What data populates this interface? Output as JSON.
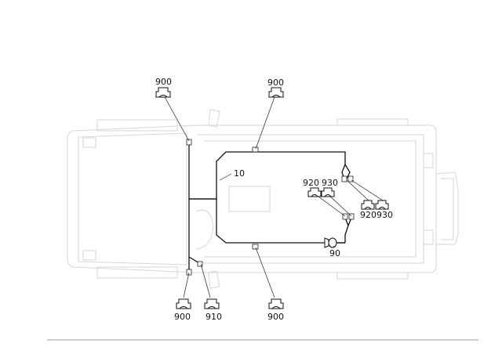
{
  "labels": {
    "front_left_top": "900",
    "front_right_top": "900",
    "harness": "10",
    "mid_920": "920",
    "mid_930": "930",
    "right_920": "920",
    "right_930": "930",
    "bulb": "90",
    "bottom_left_900": "900",
    "bottom_910": "910",
    "bottom_right_900": "900"
  }
}
